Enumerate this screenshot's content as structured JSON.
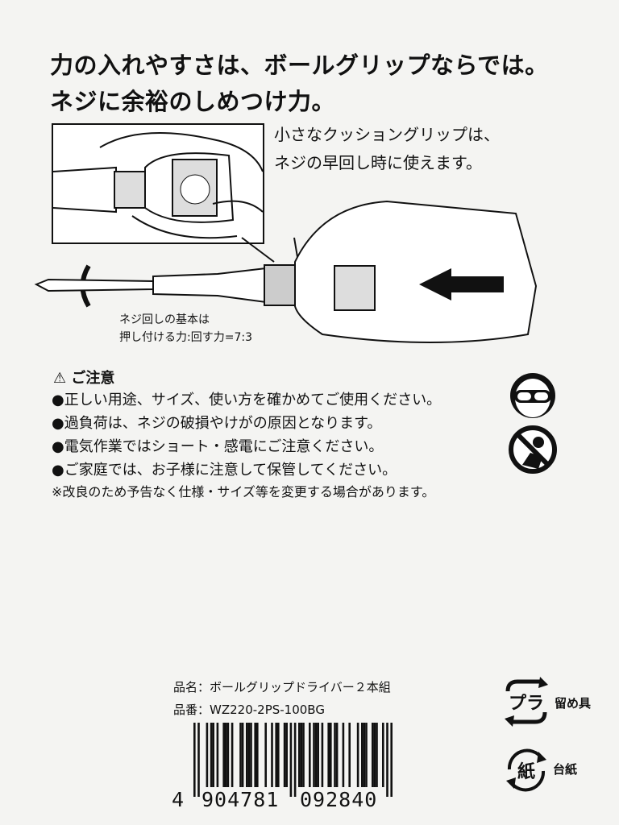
{
  "headline": {
    "line1": "力の入れやすさは、ボールグリップならでは。",
    "line2": "ネジに余裕のしめつけ力。"
  },
  "callout": {
    "line1": "小さなクッショングリップは、",
    "line2": "ネジの早回し時に使えます。"
  },
  "caption": {
    "line1": "ネジ回しの基本は",
    "line2": "押し付ける力:回す力=7:3"
  },
  "caution": {
    "heading": "⚠ ご注意",
    "items": [
      "●正しい用途、サイズ、使い方を確かめてご使用ください。",
      "●過負荷は、ネジの破損やけがの原因となります。",
      "●電気作業ではショート・感電にご注意ください。",
      "●ご家庭では、お子様に注意して保管してください。"
    ],
    "note": "※改良のため予告なく仕様・サイズ等を変更する場合があります。",
    "icons": [
      "safety-goggles-icon",
      "keep-away-from-children-icon"
    ]
  },
  "product": {
    "name": "品名：ボールグリップドライバー２本組",
    "number": "品番：WZ220-2PS-100BG"
  },
  "barcode": {
    "value": "4904781092840",
    "first": "4",
    "left": "904781",
    "right": "092840"
  },
  "recycle": {
    "plastic_mark": "プラ",
    "plastic_label": "留め具",
    "paper_mark": "紙",
    "paper_label": "台紙"
  },
  "colors": {
    "ink": "#111111",
    "paper": "#f4f4f2"
  }
}
